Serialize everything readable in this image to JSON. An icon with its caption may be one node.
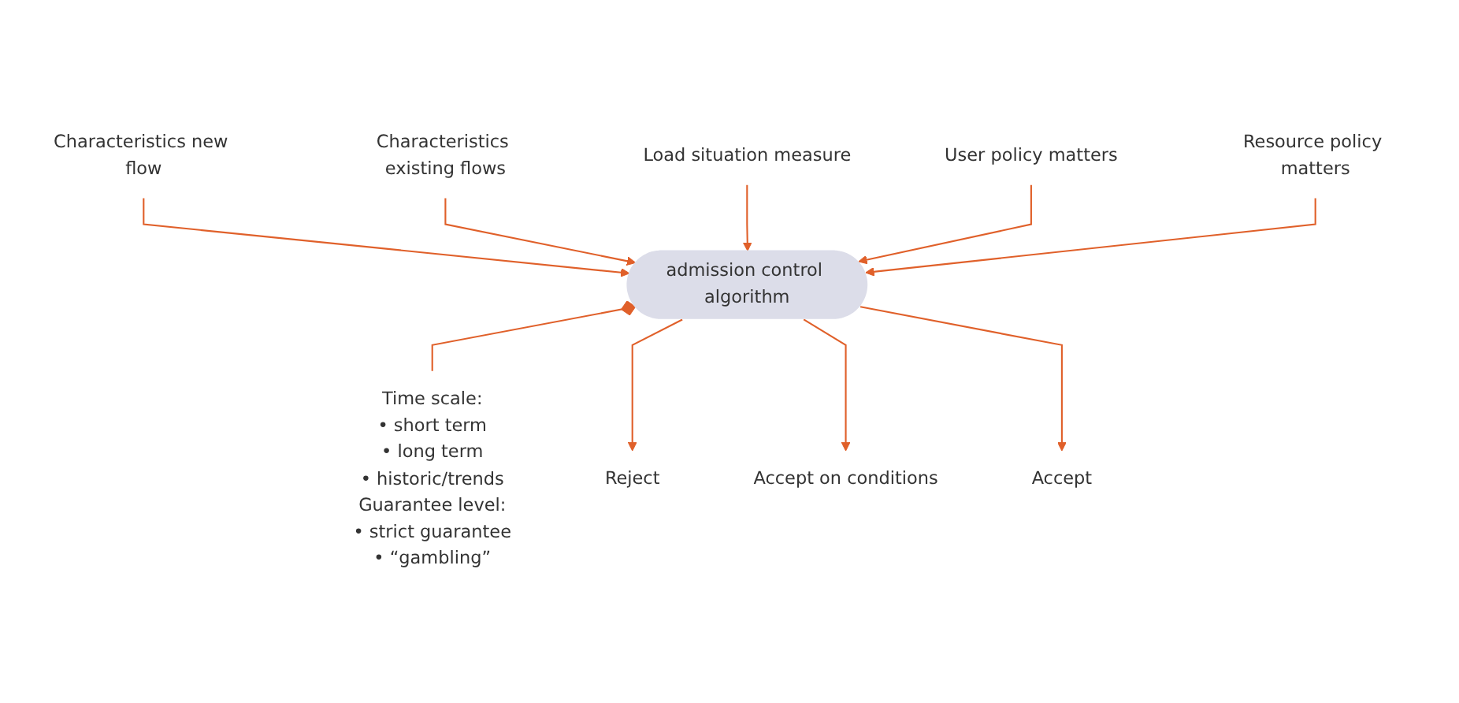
{
  "diagram": {
    "nodes": [
      {
        "text": [
          "Characteristics new flow"
        ]
      },
      {
        "text": [
          "Characteristics existing flows"
        ]
      },
      {
        "text": [
          "Load situation measure"
        ]
      },
      {
        "text": [
          "User policy matters"
        ]
      },
      {
        "text": [
          "Resource policy matters"
        ]
      },
      {
        "text": [
          "admission control algorithm"
        ]
      },
      {
        "text": [
          "Time scale:",
          "• short term",
          "• long term",
          "• historic/trends",
          "Guarantee level:",
          "• strict guarantee",
          "• “gambling”"
        ]
      },
      {
        "text": [
          "Reject"
        ]
      },
      {
        "text": [
          "Accept on conditions"
        ]
      },
      {
        "text": [
          "Accept"
        ]
      }
    ],
    "edges": [
      {
        "from": 0,
        "to": 5,
        "arrow": "to"
      },
      {
        "from": 1,
        "to": 5,
        "arrow": "to"
      },
      {
        "from": 2,
        "to": 5,
        "arrow": "to"
      },
      {
        "from": 3,
        "to": 5,
        "arrow": "to"
      },
      {
        "from": 4,
        "to": 5,
        "arrow": "to"
      },
      {
        "from": 5,
        "to": 6,
        "arrow": "other"
      },
      {
        "from": 5,
        "to": 7,
        "arrow": "to"
      },
      {
        "from": 5,
        "to": 8,
        "arrow": "to"
      },
      {
        "from": 5,
        "to": 9,
        "arrow": "to"
      }
    ]
  }
}
